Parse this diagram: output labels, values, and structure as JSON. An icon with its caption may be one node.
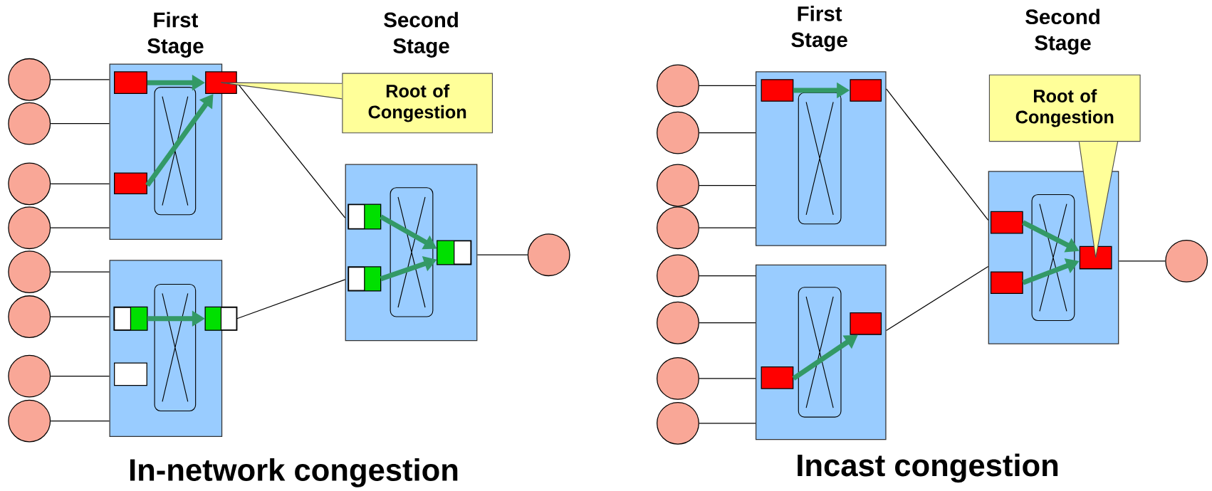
{
  "diagram": {
    "nodes": [
      {
        "text": [],
        "shape": "circle"
      },
      {
        "text": [],
        "shape": "circle"
      },
      {
        "text": [],
        "shape": "circle"
      },
      {
        "text": [],
        "shape": "circle"
      },
      {
        "text": [],
        "shape": "circle"
      },
      {
        "text": [],
        "shape": "circle"
      },
      {
        "text": [],
        "shape": "circle"
      },
      {
        "text": [],
        "shape": "circle"
      },
      {
        "text": [],
        "shape": "box"
      },
      {
        "text": [],
        "shape": "box",
        "in": 8
      },
      {
        "text": [],
        "shape": "box",
        "in": 8
      },
      {
        "text": [],
        "shape": "box",
        "in": 8
      },
      {
        "text": [],
        "shape": "box"
      },
      {
        "text": [],
        "shape": "box",
        "in": 12
      },
      {
        "text": [],
        "shape": "box",
        "in": 12
      },
      {
        "text": [],
        "shape": "box",
        "in": 12
      },
      {
        "text": [],
        "shape": "box"
      },
      {
        "text": [],
        "shape": "box",
        "in": 16
      },
      {
        "text": [],
        "shape": "box",
        "in": 16
      },
      {
        "text": [],
        "shape": "box",
        "in": 16
      },
      {
        "text": [],
        "shape": "circle"
      },
      {
        "text": [
          "Root of Congestion"
        ]
      },
      {
        "text": [],
        "shape": "circle"
      },
      {
        "text": [],
        "shape": "circle"
      },
      {
        "text": [],
        "shape": "circle"
      },
      {
        "text": [],
        "shape": "circle"
      },
      {
        "text": [],
        "shape": "circle"
      },
      {
        "text": [],
        "shape": "circle"
      },
      {
        "text": [],
        "shape": "circle"
      },
      {
        "text": [],
        "shape": "circle"
      },
      {
        "text": [],
        "shape": "box"
      },
      {
        "text": [],
        "shape": "box",
        "in": 30
      },
      {
        "text": [],
        "shape": "box",
        "in": 30
      },
      {
        "text": [],
        "shape": "box"
      },
      {
        "text": [],
        "shape": "box",
        "in": 33
      },
      {
        "text": [],
        "shape": "box",
        "in": 33
      },
      {
        "text": [],
        "shape": "box"
      },
      {
        "text": [],
        "shape": "box",
        "in": 36
      },
      {
        "text": [],
        "shape": "box",
        "in": 36
      },
      {
        "text": [],
        "shape": "box",
        "in": 36
      },
      {
        "text": [],
        "shape": "circle"
      },
      {
        "text": [
          "Root of Congestion"
        ]
      }
    ],
    "edges": [
      {
        "from": 0,
        "to": 8,
        "arrow": "none"
      },
      {
        "from": 1,
        "to": 8,
        "arrow": "none"
      },
      {
        "from": 2,
        "to": 8,
        "arrow": "none"
      },
      {
        "from": 3,
        "to": 8,
        "arrow": "none"
      },
      {
        "from": 4,
        "to": 12,
        "arrow": "none"
      },
      {
        "from": 5,
        "to": 12,
        "arrow": "none"
      },
      {
        "from": 6,
        "to": 12,
        "arrow": "none"
      },
      {
        "from": 7,
        "to": 12,
        "arrow": "none"
      },
      {
        "from": 10,
        "to": 16,
        "arrow": "none"
      },
      {
        "from": 14,
        "to": 16,
        "arrow": "none"
      },
      {
        "from": 16,
        "to": 20,
        "arrow": "none"
      },
      {
        "from": 21,
        "to": 10,
        "arrow": "none"
      },
      {
        "from": 9,
        "to": 10,
        "arrow": "to",
        "style": "thick",
        "color": "#339966"
      },
      {
        "from": 11,
        "to": 10,
        "arrow": "to",
        "style": "thick",
        "color": "#339966"
      },
      {
        "from": 13,
        "to": 14,
        "arrow": "to",
        "style": "thick",
        "color": "#339966"
      },
      {
        "from": 17,
        "to": 19,
        "arrow": "to",
        "style": "thick",
        "color": "#339966"
      },
      {
        "from": 18,
        "to": 19,
        "arrow": "to",
        "style": "thick",
        "color": "#339966"
      },
      {
        "from": 22,
        "to": 30,
        "arrow": "none"
      },
      {
        "from": 23,
        "to": 30,
        "arrow": "none"
      },
      {
        "from": 24,
        "to": 30,
        "arrow": "none"
      },
      {
        "from": 25,
        "to": 30,
        "arrow": "none"
      },
      {
        "from": 26,
        "to": 33,
        "arrow": "none"
      },
      {
        "from": 27,
        "to": 33,
        "arrow": "none"
      },
      {
        "from": 28,
        "to": 33,
        "arrow": "none"
      },
      {
        "from": 29,
        "to": 33,
        "arrow": "none"
      },
      {
        "from": 30,
        "to": 36,
        "arrow": "none"
      },
      {
        "from": 33,
        "to": 36,
        "arrow": "none"
      },
      {
        "from": 36,
        "to": 40,
        "arrow": "none"
      },
      {
        "from": 41,
        "to": 39,
        "arrow": "none"
      },
      {
        "from": 31,
        "to": 32,
        "arrow": "to",
        "style": "thick",
        "color": "#339966"
      },
      {
        "from": 35,
        "to": 34,
        "arrow": "to",
        "style": "thick",
        "color": "#339966"
      },
      {
        "from": 37,
        "to": 39,
        "arrow": "to",
        "style": "thick",
        "color": "#339966"
      },
      {
        "from": 38,
        "to": 39,
        "arrow": "to",
        "style": "thick",
        "color": "#339966"
      }
    ],
    "labels": [
      "First Stage",
      "Second Stage",
      "First Stage",
      "Second Stage",
      "In-network congestion",
      "Incast congestion"
    ]
  }
}
